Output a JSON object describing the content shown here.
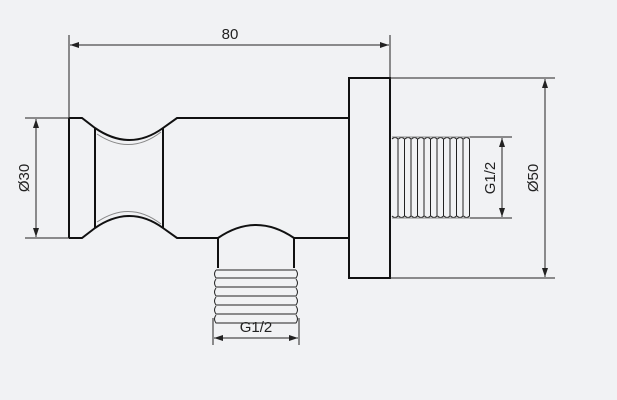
{
  "dimensions": {
    "overall_length": "80",
    "body_diameter": "Ø30",
    "flange_diameter": "Ø50",
    "rear_thread": "G1/2",
    "outlet_thread": "G1/2"
  }
}
